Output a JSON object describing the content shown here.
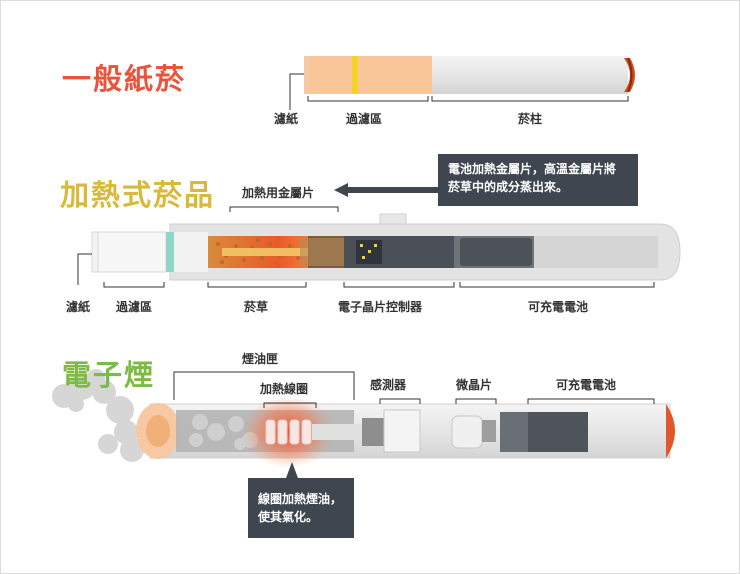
{
  "sections": {
    "cigarette": {
      "title": "一般紙菸",
      "labels": {
        "paper": "濾紙",
        "filter": "過濾區",
        "rod": "菸柱"
      }
    },
    "heated": {
      "title": "加熱式菸品",
      "labels": {
        "blade": "加熱用金屬片",
        "paper": "濾紙",
        "filter": "過濾區",
        "tobacco": "菸草",
        "chip": "電子晶片控制器",
        "battery": "可充電電池"
      },
      "callout": {
        "line1": "電池加熱金屬片，高溫金屬片將",
        "line2": "菸草中的成分蒸出來。"
      }
    },
    "ecig": {
      "title": "電子煙",
      "labels": {
        "tank": "煙油匣",
        "coil": "加熱線圈",
        "sensor": "感測器",
        "microchip": "微晶片",
        "battery": "可充電電池"
      },
      "callout": {
        "line1": "線圈加熱煙油，",
        "line2": "使其氣化。"
      }
    }
  },
  "colors": {
    "cigarette_title": "#e8553c",
    "heated_title": "#d9b93a",
    "ecig_title": "#7dbb45",
    "callout_bg": "#3f4650"
  }
}
